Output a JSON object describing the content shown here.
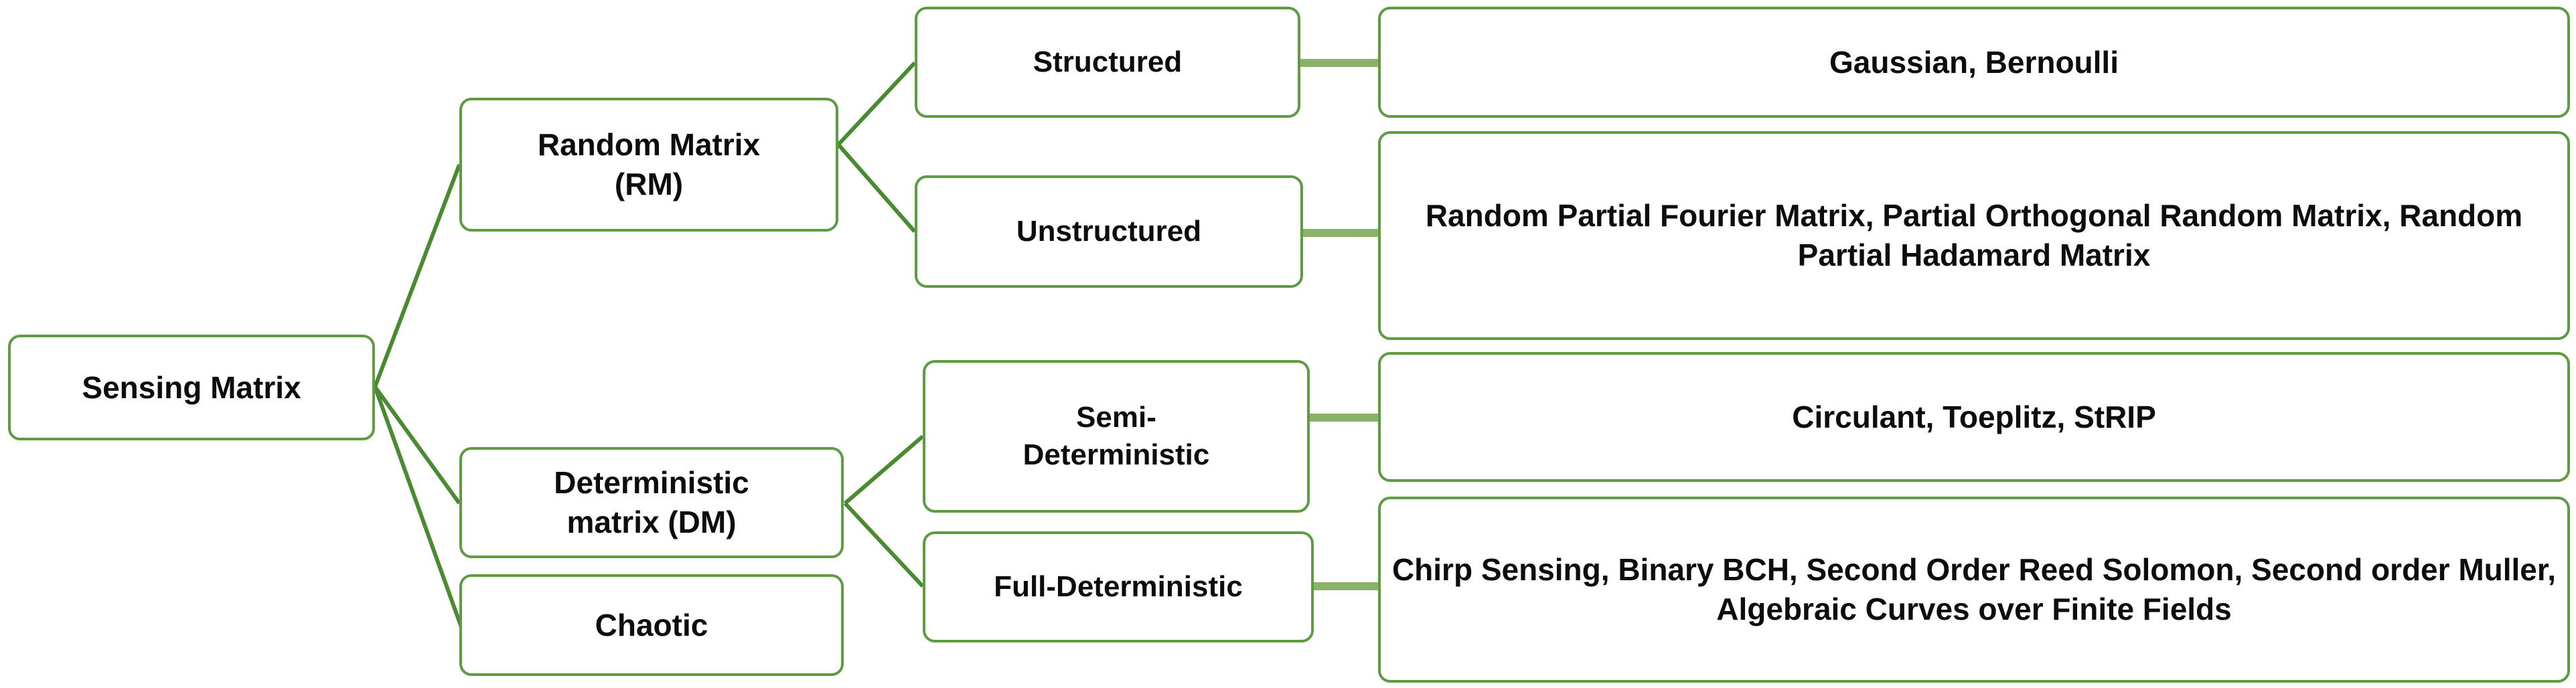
{
  "diagram": {
    "title": "Sensing Matrix classification tree",
    "colors": {
      "box_border": "#5f9b43",
      "branch_line": "#4a8a32",
      "connector_line": "#8ab26b",
      "text": "#0d0d0d",
      "background": "#ffffff"
    },
    "root": {
      "label": "Sensing Matrix"
    },
    "level1": [
      {
        "id": "random-matrix",
        "label": "Random Matrix\n(RM)"
      },
      {
        "id": "deterministic-matrix",
        "label": "Deterministic\nmatrix (DM)"
      },
      {
        "id": "chaotic",
        "label": "Chaotic"
      }
    ],
    "level2": [
      {
        "id": "structured",
        "label": "Structured",
        "parent": "random-matrix"
      },
      {
        "id": "unstructured",
        "label": "Unstructured",
        "parent": "random-matrix"
      },
      {
        "id": "semi-deterministic",
        "label": "Semi-\nDeterministic",
        "parent": "deterministic-matrix"
      },
      {
        "id": "full-deterministic",
        "label": "Full-Deterministic",
        "parent": "deterministic-matrix"
      }
    ],
    "level3": [
      {
        "id": "structured-examples",
        "label": "Gaussian, Bernoulli",
        "parent": "structured"
      },
      {
        "id": "unstructured-examples",
        "label": "Random Partial Fourier Matrix, Partial Orthogonal Random Matrix, Random Partial Hadamard Matrix",
        "parent": "unstructured"
      },
      {
        "id": "semi-deterministic-examples",
        "label": "Circulant, Toeplitz, StRIP",
        "parent": "semi-deterministic"
      },
      {
        "id": "full-deterministic-examples",
        "label": "Chirp Sensing, Binary BCH, Second Order Reed Solomon, Second order Muller, Algebraic Curves over Finite Fields",
        "parent": "full-deterministic"
      }
    ]
  }
}
